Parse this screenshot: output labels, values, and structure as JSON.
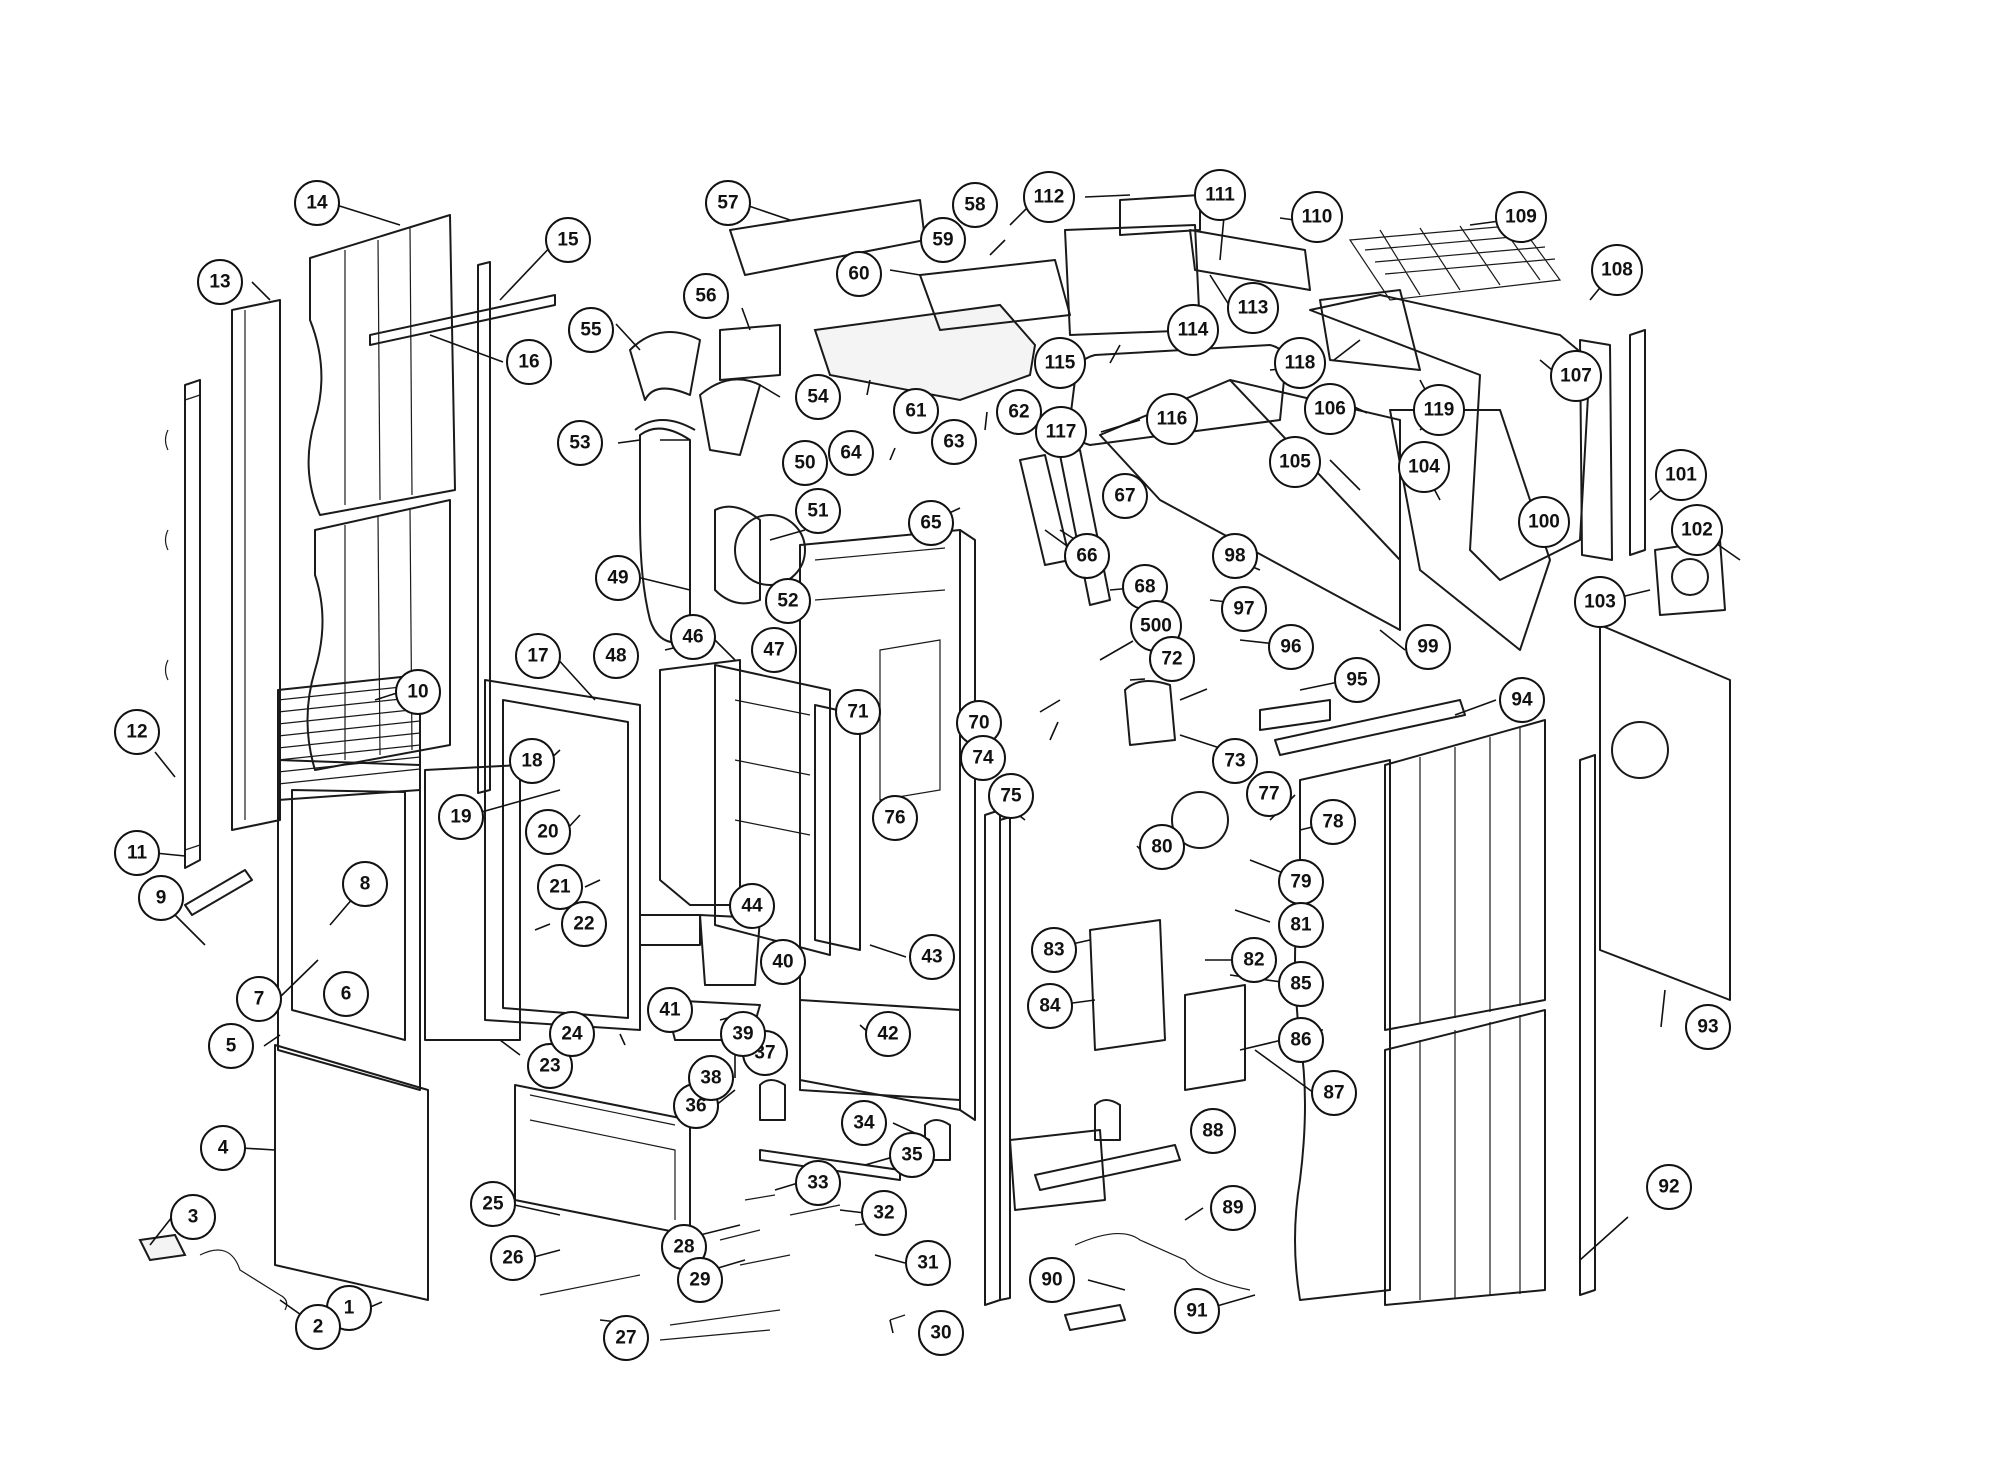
{
  "diagram": {
    "colors": {
      "line": "#1a1a1a",
      "background": "#ffffff",
      "callout_fill": "#ffffff"
    },
    "callouts": [
      {
        "label": "1"
      },
      {
        "label": "2"
      },
      {
        "label": "3"
      },
      {
        "label": "4"
      },
      {
        "label": "5"
      },
      {
        "label": "6"
      },
      {
        "label": "7"
      },
      {
        "label": "8"
      },
      {
        "label": "9"
      },
      {
        "label": "10"
      },
      {
        "label": "11"
      },
      {
        "label": "12"
      },
      {
        "label": "13"
      },
      {
        "label": "14"
      },
      {
        "label": "15"
      },
      {
        "label": "16"
      },
      {
        "label": "17"
      },
      {
        "label": "18"
      },
      {
        "label": "19"
      },
      {
        "label": "20"
      },
      {
        "label": "21"
      },
      {
        "label": "22"
      },
      {
        "label": "23"
      },
      {
        "label": "24"
      },
      {
        "label": "25"
      },
      {
        "label": "26"
      },
      {
        "label": "27"
      },
      {
        "label": "28"
      },
      {
        "label": "29"
      },
      {
        "label": "30"
      },
      {
        "label": "31"
      },
      {
        "label": "32"
      },
      {
        "label": "33"
      },
      {
        "label": "34"
      },
      {
        "label": "35"
      },
      {
        "label": "36"
      },
      {
        "label": "37"
      },
      {
        "label": "38"
      },
      {
        "label": "39"
      },
      {
        "label": "40"
      },
      {
        "label": "41"
      },
      {
        "label": "42"
      },
      {
        "label": "43"
      },
      {
        "label": "44"
      },
      {
        "label": "46"
      },
      {
        "label": "47"
      },
      {
        "label": "48"
      },
      {
        "label": "49"
      },
      {
        "label": "50"
      },
      {
        "label": "51"
      },
      {
        "label": "52"
      },
      {
        "label": "53"
      },
      {
        "label": "54"
      },
      {
        "label": "55"
      },
      {
        "label": "56"
      },
      {
        "label": "57"
      },
      {
        "label": "58"
      },
      {
        "label": "59"
      },
      {
        "label": "60"
      },
      {
        "label": "61"
      },
      {
        "label": "62"
      },
      {
        "label": "63"
      },
      {
        "label": "64"
      },
      {
        "label": "65"
      },
      {
        "label": "66"
      },
      {
        "label": "67"
      },
      {
        "label": "68"
      },
      {
        "label": "500"
      },
      {
        "label": "70"
      },
      {
        "label": "71"
      },
      {
        "label": "72"
      },
      {
        "label": "73"
      },
      {
        "label": "74"
      },
      {
        "label": "75"
      },
      {
        "label": "76"
      },
      {
        "label": "77"
      },
      {
        "label": "78"
      },
      {
        "label": "79"
      },
      {
        "label": "80"
      },
      {
        "label": "81"
      },
      {
        "label": "82"
      },
      {
        "label": "83"
      },
      {
        "label": "84"
      },
      {
        "label": "85"
      },
      {
        "label": "86"
      },
      {
        "label": "87"
      },
      {
        "label": "88"
      },
      {
        "label": "89"
      },
      {
        "label": "90"
      },
      {
        "label": "91"
      },
      {
        "label": "92"
      },
      {
        "label": "93"
      },
      {
        "label": "94"
      },
      {
        "label": "95"
      },
      {
        "label": "96"
      },
      {
        "label": "97"
      },
      {
        "label": "98"
      },
      {
        "label": "99"
      },
      {
        "label": "100"
      },
      {
        "label": "101"
      },
      {
        "label": "102"
      },
      {
        "label": "103"
      },
      {
        "label": "104"
      },
      {
        "label": "105"
      },
      {
        "label": "106"
      },
      {
        "label": "107"
      },
      {
        "label": "108"
      },
      {
        "label": "109"
      },
      {
        "label": "110"
      },
      {
        "label": "111"
      },
      {
        "label": "112"
      },
      {
        "label": "113"
      },
      {
        "label": "114"
      },
      {
        "label": "115"
      },
      {
        "label": "116"
      },
      {
        "label": "117"
      },
      {
        "label": "118"
      },
      {
        "label": "119"
      }
    ]
  }
}
